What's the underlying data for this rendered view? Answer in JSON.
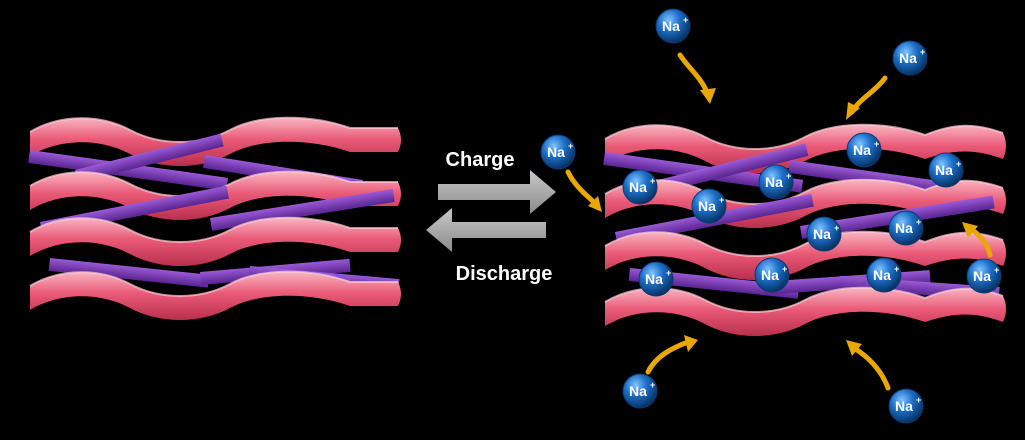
{
  "arrows": {
    "forward_label": "Charge",
    "backward_label": "Discharge"
  },
  "ion": {
    "symbol": "Na",
    "charge": "+"
  },
  "colors": {
    "background": "#000000",
    "sheet": "#e8526f",
    "sheet_highlight": "#f7a3b3",
    "rod": "#7a3bb5",
    "ion": "#1a63b8",
    "arrow_gold": "#f0b400",
    "arrow_gray": "#a8a8a8"
  }
}
